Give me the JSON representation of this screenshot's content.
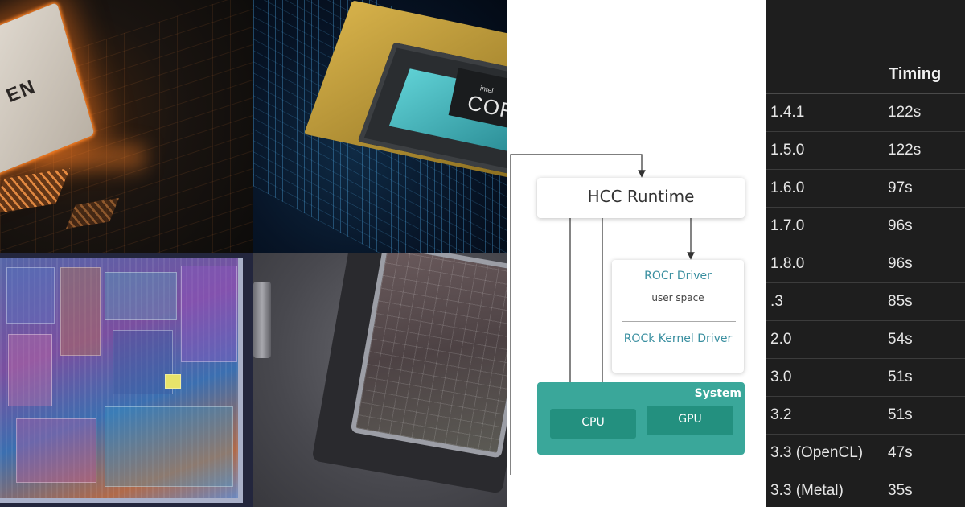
{
  "images": {
    "amd_chip_text": "EN",
    "intel_chip_small": "intel",
    "intel_chip_large": "COR"
  },
  "diagram": {
    "runtime": "HCC Runtime",
    "rocr_driver": "ROCr Driver",
    "user_space": "user space",
    "rock_kernel_driver": "ROCk Kernel Driver",
    "system": "System",
    "cpu": "CPU",
    "gpu": "GPU",
    "colors": {
      "system_fill": "#3aa79a",
      "unit_fill": "#23907f",
      "driver_text": "#3a8fa0"
    }
  },
  "timing_table": {
    "header_timing": "Timing",
    "rows": [
      {
        "version": "1.4.1",
        "timing": "122s"
      },
      {
        "version": "1.5.0",
        "timing": "122s"
      },
      {
        "version": "1.6.0",
        "timing": "97s"
      },
      {
        "version": "1.7.0",
        "timing": "96s"
      },
      {
        "version": "1.8.0",
        "timing": "96s"
      },
      {
        "version": ".3",
        "timing": "85s"
      },
      {
        "version": "2.0",
        "timing": "54s"
      },
      {
        "version": "3.0",
        "timing": "51s"
      },
      {
        "version": "3.2",
        "timing": "51s"
      },
      {
        "version": "3.3 (OpenCL)",
        "timing": "47s"
      },
      {
        "version": "3.3 (Metal)",
        "timing": "35s"
      }
    ]
  }
}
